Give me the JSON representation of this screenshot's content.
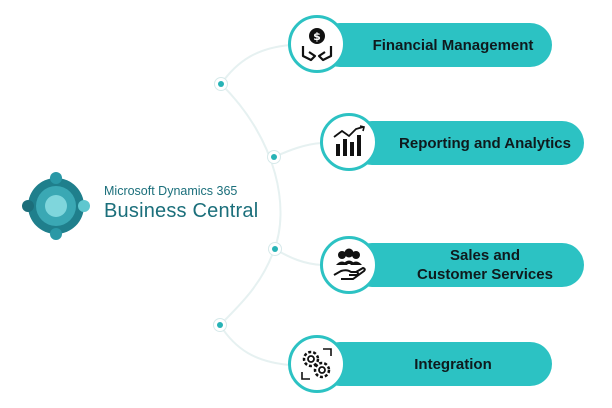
{
  "brand": {
    "product_line": "Microsoft Dynamics 365",
    "product_name": "Business Central",
    "logo_icon": "business-central-logo-icon"
  },
  "colors": {
    "accent": "#2cc2c3",
    "accent_dark": "#1b6f7b",
    "connector": "#e6f1f1",
    "dot": "#27b3b6",
    "text_dark": "#0f1a1d"
  },
  "features": [
    {
      "label": "Financial Management",
      "lines": [
        "Financial Management"
      ],
      "icon": "hands-dollar-icon"
    },
    {
      "label": "Reporting and Analytics",
      "lines": [
        "Reporting and Analytics"
      ],
      "icon": "bar-chart-trend-icon"
    },
    {
      "label": "Sales and Customer Services",
      "lines": [
        "Sales and",
        "Customer Services"
      ],
      "icon": "customer-hand-icon"
    },
    {
      "label": "Integration",
      "lines": [
        "Integration"
      ],
      "icon": "gears-sync-icon"
    }
  ]
}
